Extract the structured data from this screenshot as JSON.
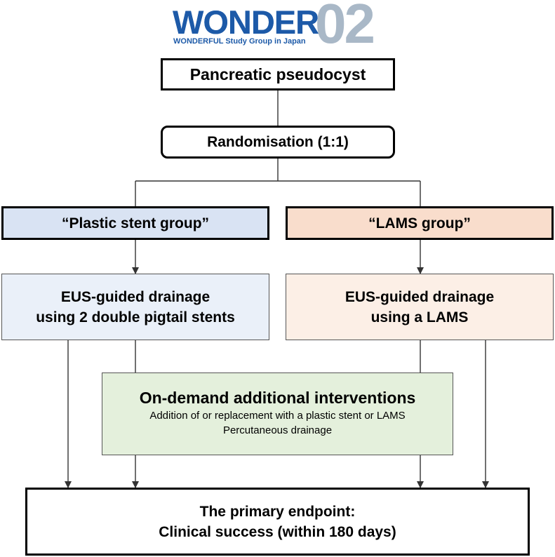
{
  "logo": {
    "word": "WONDER",
    "number": "02",
    "subtitle": "WONDERFUL Study Group in Japan"
  },
  "nodes": {
    "population": "Pancreatic pseudocyst",
    "randomisation": "Randomisation (1:1)",
    "group_plastic": "“Plastic stent group”",
    "group_lams": "“LAMS group”",
    "drain_plastic": [
      "EUS-guided drainage",
      "using 2 double pigtail stents"
    ],
    "drain_lams": [
      "EUS-guided drainage",
      "using a LAMS"
    ],
    "ondemand": {
      "title": "On-demand additional interventions",
      "lines": [
        "Addition of or replacement with a plastic stent or LAMS",
        "Percutaneous drainage"
      ]
    },
    "endpoint": [
      "The primary endpoint:",
      "Clinical success (within 180 days)"
    ]
  },
  "colors": {
    "plastic_header": "#d9e3f3",
    "plastic_body": "#eaf0f9",
    "lams_header": "#f9ddcc",
    "lams_body": "#fcefe6",
    "ondemand": "#e4f0dc",
    "line": "#333333",
    "logo_blue": "#1d5aa8",
    "logo_gray": "#a9b8c7"
  }
}
